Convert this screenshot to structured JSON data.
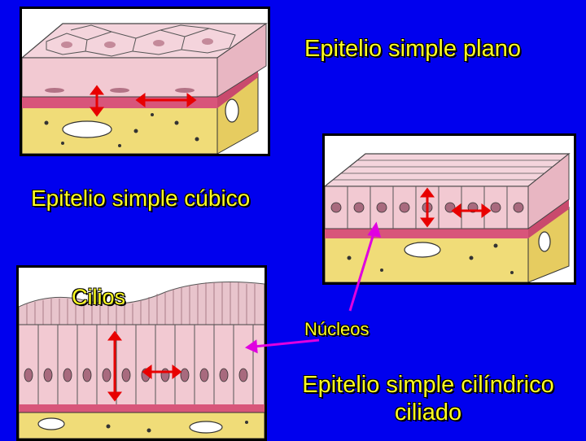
{
  "labels": {
    "plano": "Epitelio simple plano",
    "cubico": "Epitelio simple cúbico",
    "cilios": "Cilios",
    "nucleos": "Núcleos",
    "cilindrico_line1": "Epitelio simple cilíndrico",
    "cilindrico_line2": "ciliado"
  },
  "colors": {
    "background": "#0000ee",
    "label_text": "#ffff22",
    "arrow_red": "#e80000",
    "pointer_magenta": "#e000e0",
    "cell_pink": "#f2c9d2",
    "basement_pink": "#d8557a",
    "connective_yellow": "#f0dc78"
  }
}
